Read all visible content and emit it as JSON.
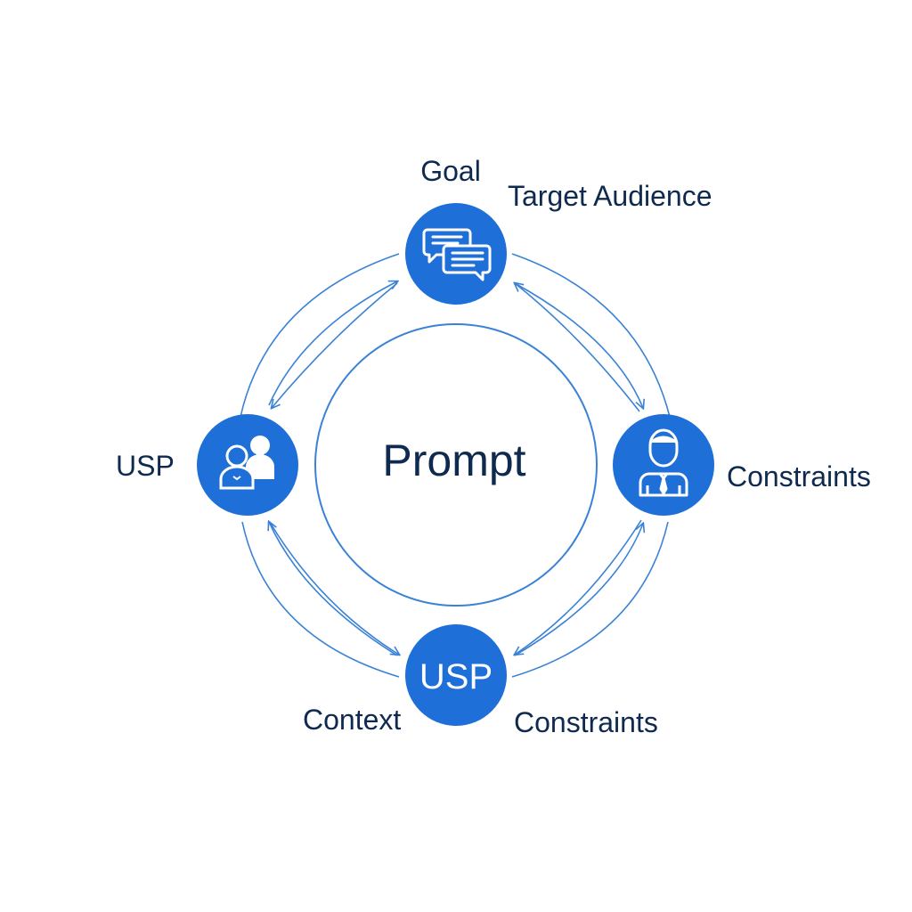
{
  "center": {
    "label": "Prompt"
  },
  "labels": {
    "goal": "Goal",
    "target_audience": "Target Audience",
    "usp_left": "USP",
    "constraints_right": "Constraints",
    "context": "Context",
    "constraints_bottom": "Constraints"
  },
  "nodes": {
    "top": {
      "icon": "chat-bubbles-icon"
    },
    "left": {
      "icon": "people-icon"
    },
    "right": {
      "icon": "person-tie-icon"
    },
    "bottom": {
      "text": "USP"
    }
  },
  "colors": {
    "node_fill": "#1f6fd8",
    "line": "#3a82d6",
    "text": "#0f2a4f",
    "icon": "#ffffff"
  }
}
